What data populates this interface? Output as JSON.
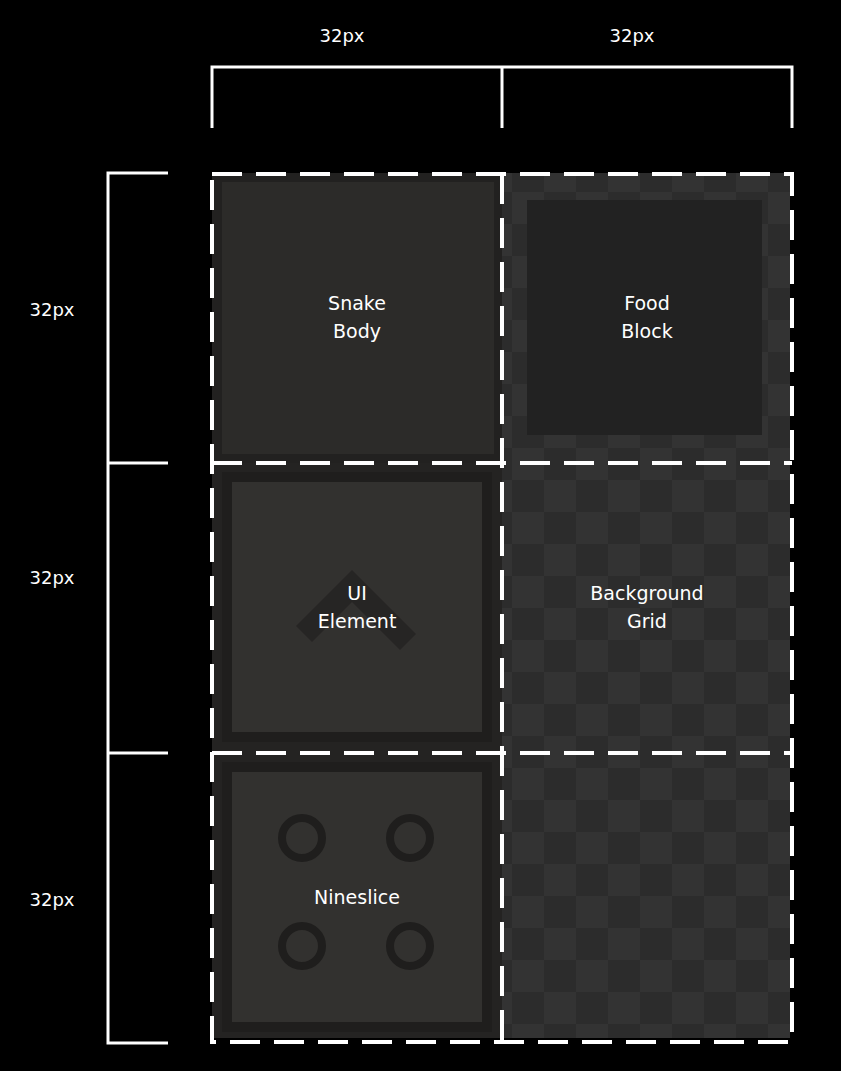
{
  "diagram": {
    "nodes": [
      {
        "text": [
          "Snake Body"
        ]
      },
      {
        "text": [
          "Food Block"
        ]
      },
      {
        "text": [
          "UI Element"
        ]
      },
      {
        "text": [
          "Background Grid"
        ]
      },
      {
        "text": [
          "Nineslice"
        ]
      }
    ],
    "labels": [
      "32px",
      "32px",
      "32px",
      "32px",
      "32px"
    ]
  }
}
